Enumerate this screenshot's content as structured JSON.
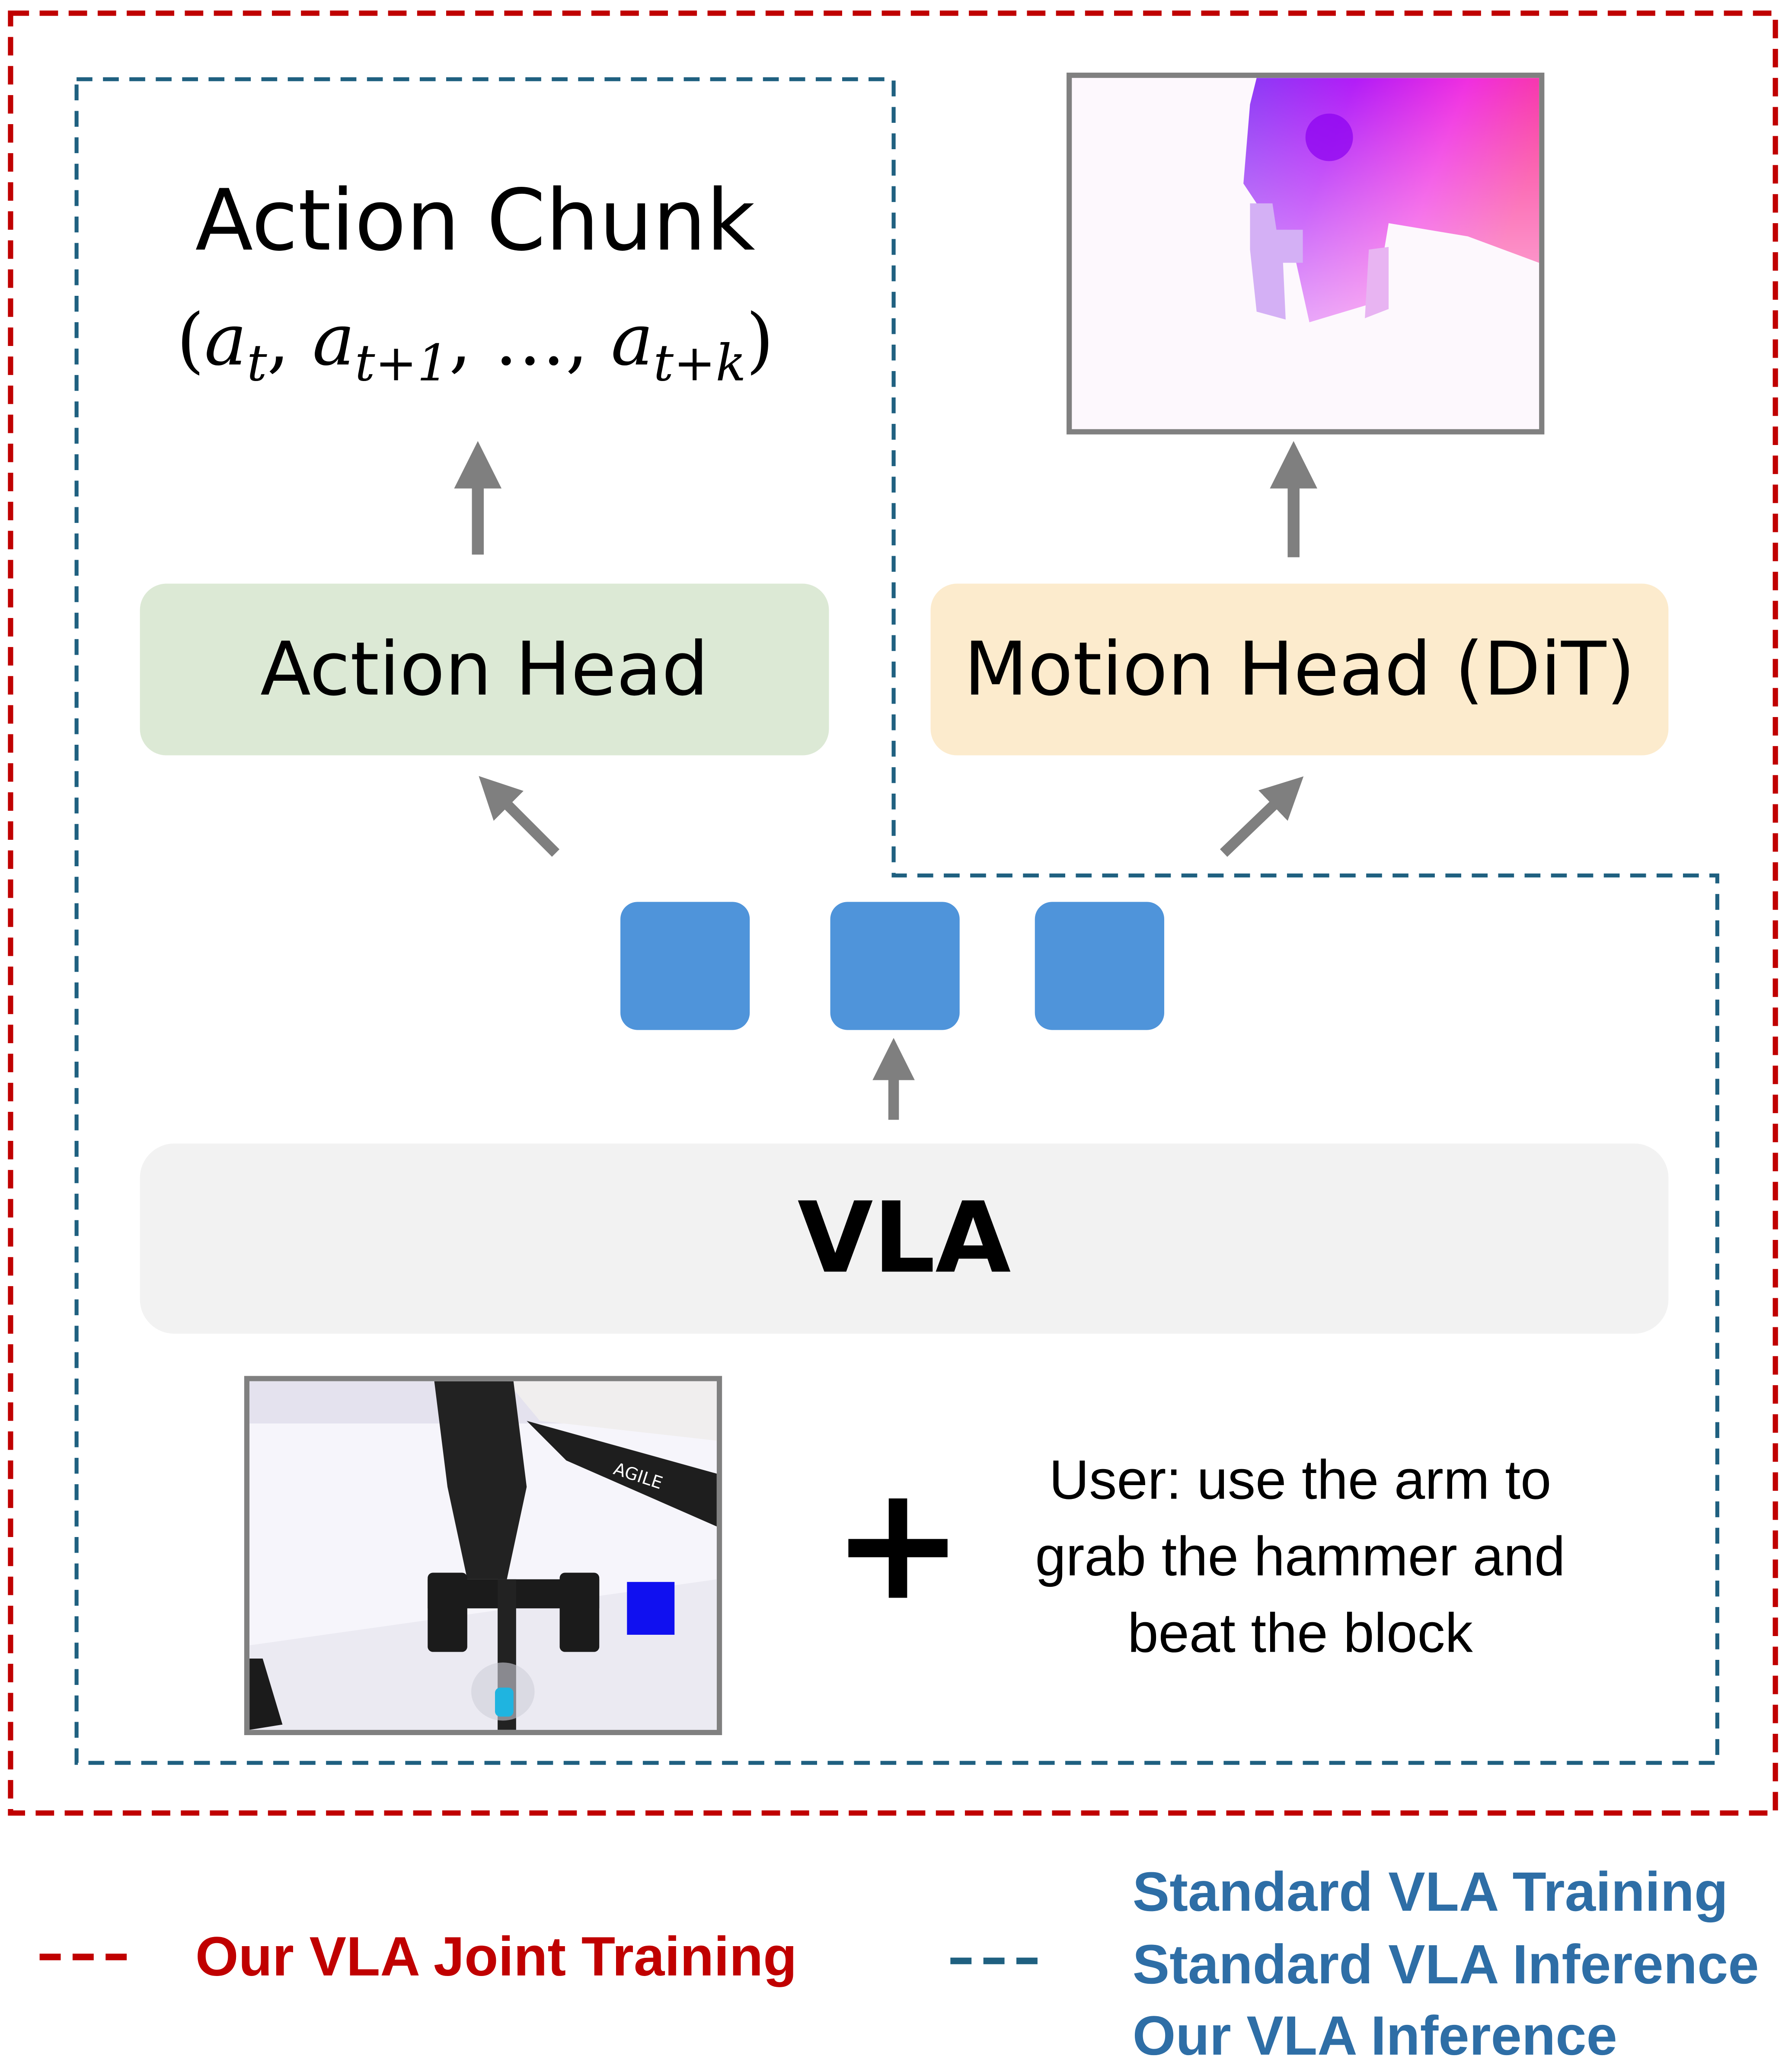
{
  "colors": {
    "joint_training": "#c00000",
    "standard": "#1f6080",
    "legend_blue_text": "#2e6ea6",
    "token": "#4f94da",
    "action_head_bg": "#dce9d5",
    "motion_head_bg": "#fcebcd",
    "vla_bg": "#f2f2f2",
    "arrow": "#7f7f7f"
  },
  "action_chunk": {
    "title": "Action Chunk",
    "math": {
      "open": "(",
      "a": "a",
      "sub_t": "t",
      "sub_t1": "t+1",
      "dots": "…",
      "sub_tk": "t+k",
      "close": ")",
      "comma": ","
    }
  },
  "action_head": {
    "label": "Action Head"
  },
  "motion_head": {
    "label": "Motion Head (DiT)"
  },
  "vla": {
    "label": "VLA"
  },
  "tokens": 3,
  "plus": "+",
  "instruction": {
    "lines": [
      "User: use the arm to",
      "grab the hammer and",
      "beat the block"
    ]
  },
  "robot_image": {
    "logo_text": "AGILE"
  },
  "legend": {
    "red": {
      "label": "Our VLA Joint Training"
    },
    "blue": {
      "labels": [
        "Standard VLA Training",
        "Standard VLA Inference",
        "Our VLA Inference"
      ]
    }
  }
}
